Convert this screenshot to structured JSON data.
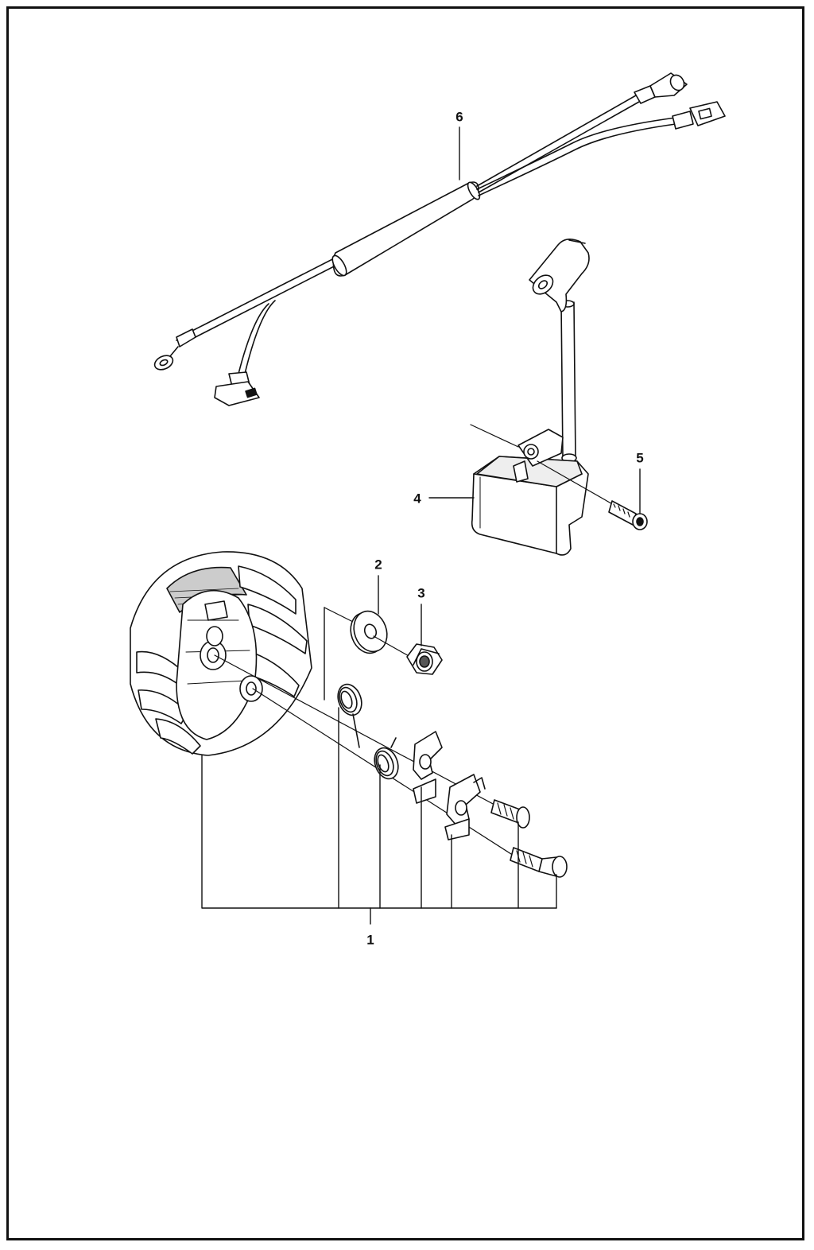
{
  "diagram": {
    "type": "exploded-parts-view",
    "line_color": "#111111",
    "fill_color": "#ffffff",
    "shade_color": "#d8d8d8",
    "callouts": [
      {
        "id": "c1",
        "label": "1"
      },
      {
        "id": "c2",
        "label": "2"
      },
      {
        "id": "c3",
        "label": "3"
      },
      {
        "id": "c4",
        "label": "4"
      },
      {
        "id": "c5",
        "label": "5"
      },
      {
        "id": "c6",
        "label": "6"
      }
    ],
    "parts": [
      {
        "callout": "1",
        "icon": "flywheel-assembly-icon"
      },
      {
        "callout": "2",
        "icon": "washer-icon"
      },
      {
        "callout": "3",
        "icon": "nut-icon"
      },
      {
        "callout": "4",
        "icon": "ignition-coil-icon"
      },
      {
        "callout": "5",
        "icon": "screw-icon"
      },
      {
        "callout": "6",
        "icon": "wiring-harness-icon"
      }
    ]
  }
}
